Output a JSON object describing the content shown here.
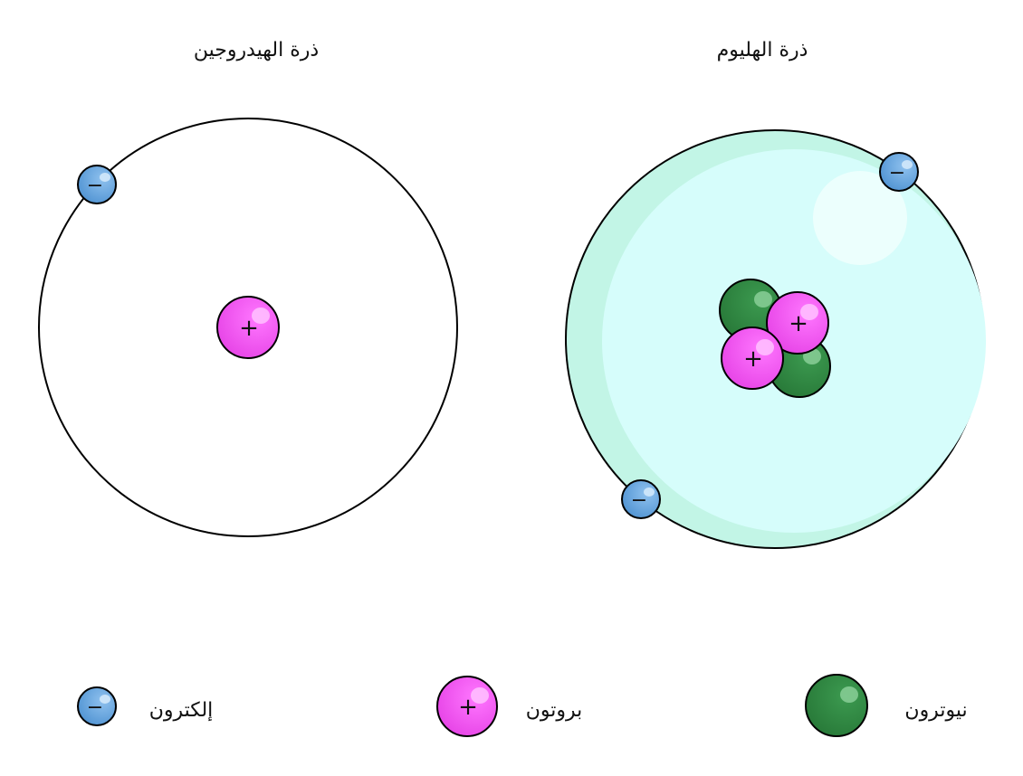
{
  "hydrogen": {
    "title": "ذرة الهيدروجين"
  },
  "helium": {
    "title": "ذرة الهليوم"
  },
  "legend": {
    "electron": "إلكترون",
    "proton": "بروتون",
    "neutron": "نيوترون"
  },
  "signs": {
    "plus": "+",
    "minus": "−"
  },
  "colors": {
    "electron": "#5b9bd5",
    "proton": "#ee44ee",
    "neutron": "#2e8540",
    "helium_cloud": "#c2f5e6",
    "orbit": "#000000"
  }
}
